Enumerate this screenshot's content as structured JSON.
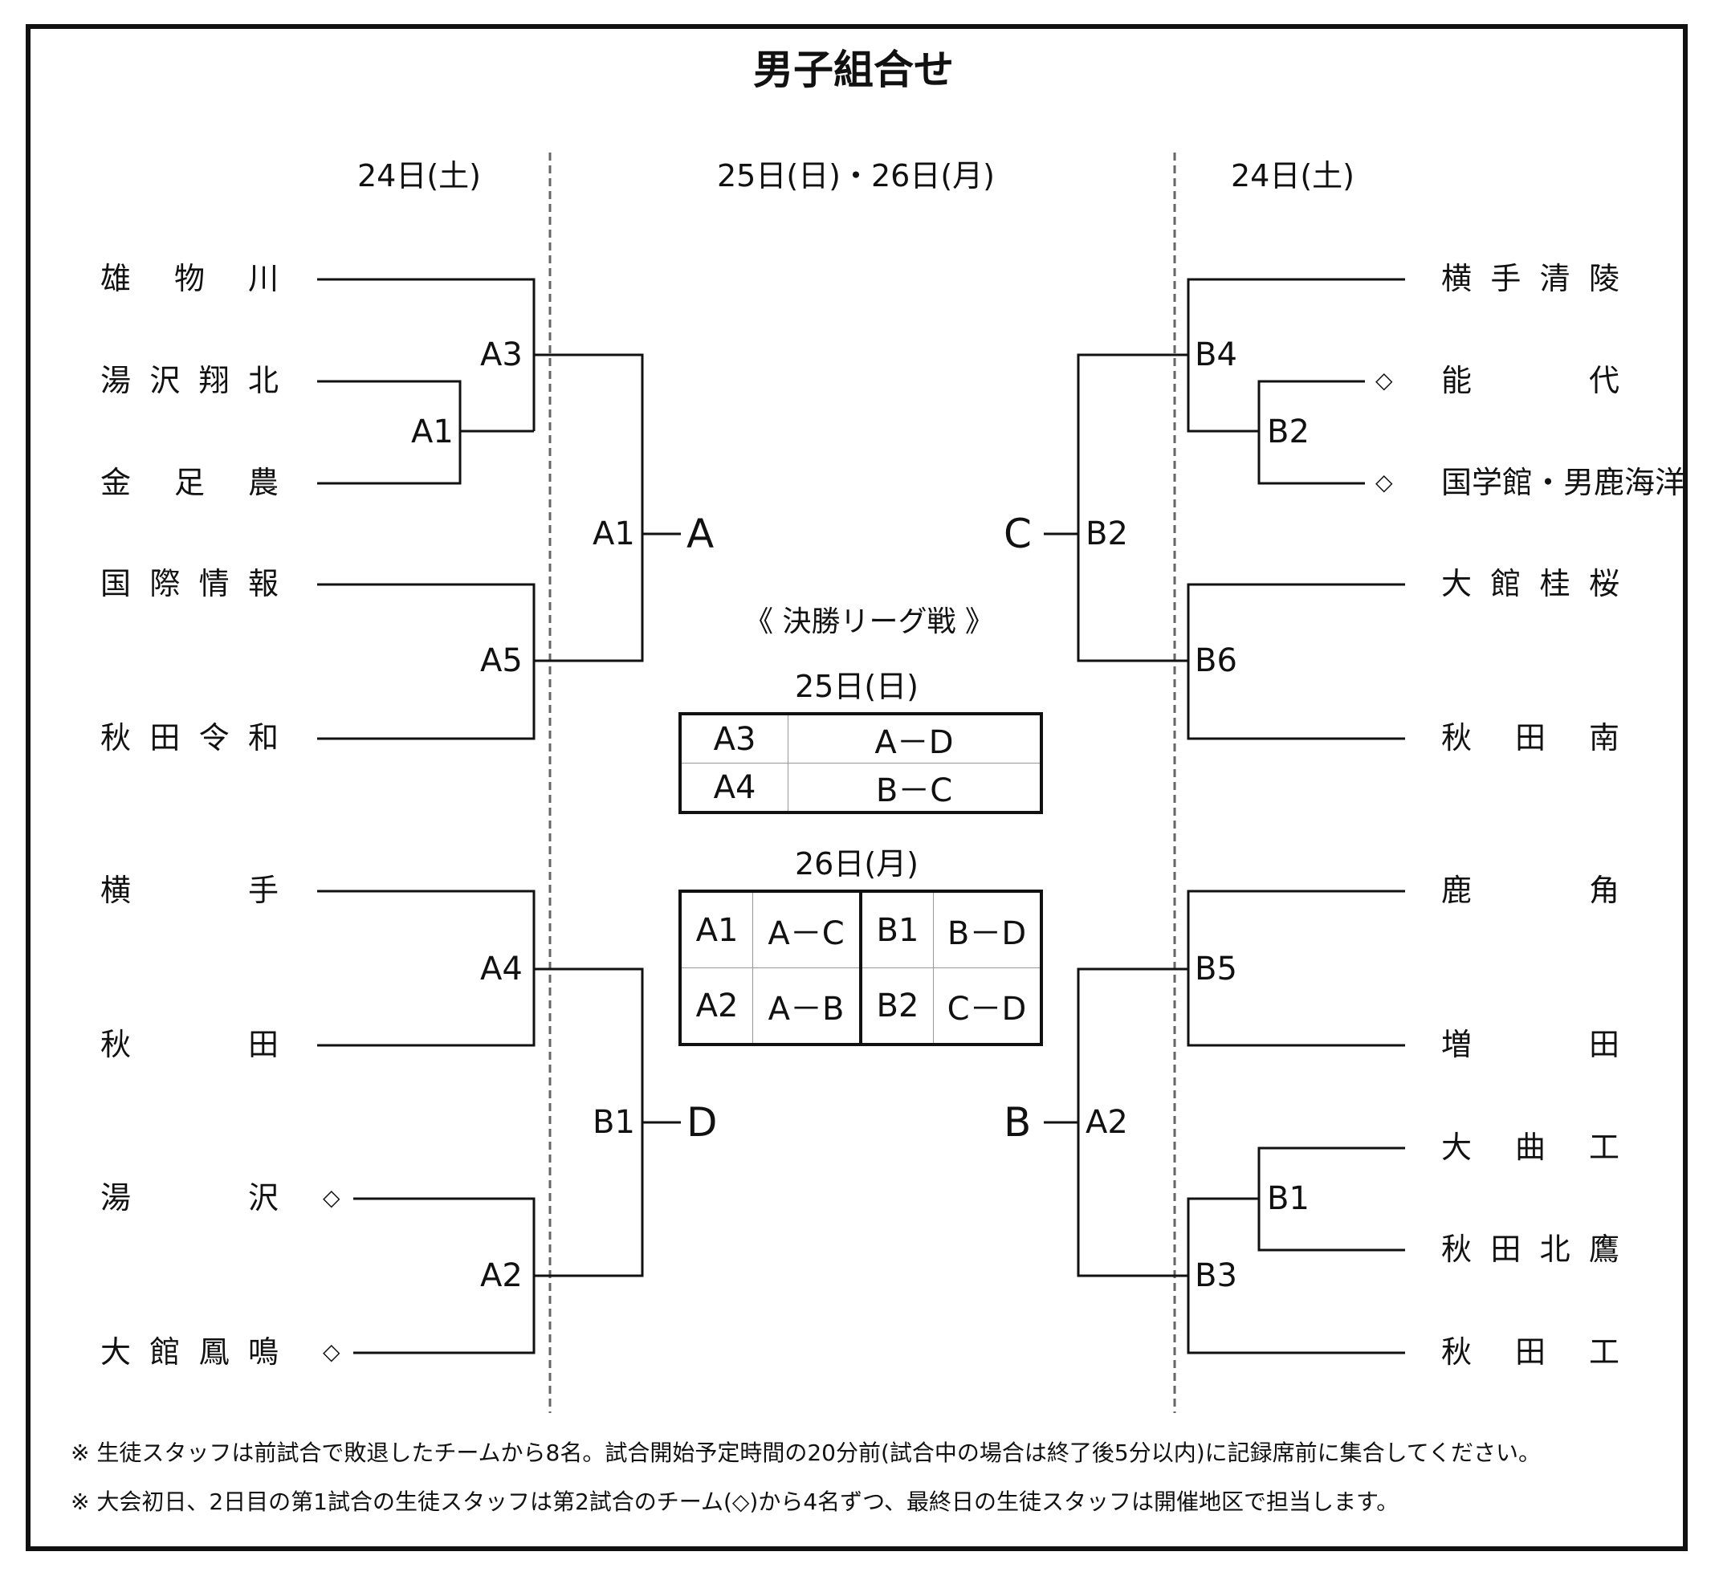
{
  "title": "男子組合せ",
  "dates": {
    "left": "24日(土)",
    "center": "25日(日)・26日(月)",
    "right": "24日(土)"
  },
  "left_teams": [
    [
      "雄",
      "物",
      "川"
    ],
    [
      "湯",
      "沢",
      "翔",
      "北"
    ],
    [
      "金",
      "足",
      "農"
    ],
    [
      "国",
      "際",
      "情",
      "報"
    ],
    [
      "秋",
      "田",
      "令",
      "和"
    ],
    [
      "横",
      "手"
    ],
    [
      "秋",
      "田"
    ],
    [
      "湯",
      "沢"
    ],
    [
      "大",
      "館",
      "鳳",
      "鳴"
    ]
  ],
  "right_teams": [
    [
      "横",
      "手",
      "清",
      "陵"
    ],
    [
      "能",
      "代"
    ],
    [
      "大",
      "館",
      "桂",
      "桜"
    ],
    [
      "秋",
      "田",
      "南"
    ],
    [
      "鹿",
      "角"
    ],
    [
      "増",
      "田"
    ],
    [
      "大",
      "曲",
      "工"
    ],
    [
      "秋",
      "田",
      "北",
      "鷹"
    ],
    [
      "秋",
      "田",
      "工"
    ]
  ],
  "right_team_joined": "国学館・男鹿海洋",
  "diamond": "◇",
  "left_labels": {
    "a3": "A3",
    "a1_small": "A1",
    "a5": "A5",
    "a1": "A1",
    "a4": "A4",
    "a2": "A2",
    "b1": "B1"
  },
  "right_labels": {
    "b4": "B4",
    "b2_small": "B2",
    "b2": "B2",
    "b6": "B6",
    "b5": "B5",
    "a2": "A2",
    "b1": "B1",
    "b3": "B3"
  },
  "pools": {
    "a": "A",
    "c": "C",
    "d": "D",
    "b": "B"
  },
  "league": {
    "title": "《 決勝リーグ戦 》",
    "day1_date": "25日(日)",
    "day1_rows": [
      [
        "A3",
        "A－D"
      ],
      [
        "A4",
        "B－C"
      ]
    ],
    "day2_date": "26日(月)",
    "day2_rows": [
      [
        "A1",
        "A－C",
        "B1",
        "B－D"
      ],
      [
        "A2",
        "A－B",
        "B2",
        "C－D"
      ]
    ]
  },
  "notes": [
    "※ 生徒スタッフは前試合で敗退したチームから8名。試合開始予定時間の20分前(試合中の場合は終了後5分以内)に記録席前に集合してください。",
    "※ 大会初日、2日目の第1試合の生徒スタッフは第2試合のチーム(◇)から4名ずつ、最終日の生徒スタッフは開催地区で担当します。"
  ]
}
